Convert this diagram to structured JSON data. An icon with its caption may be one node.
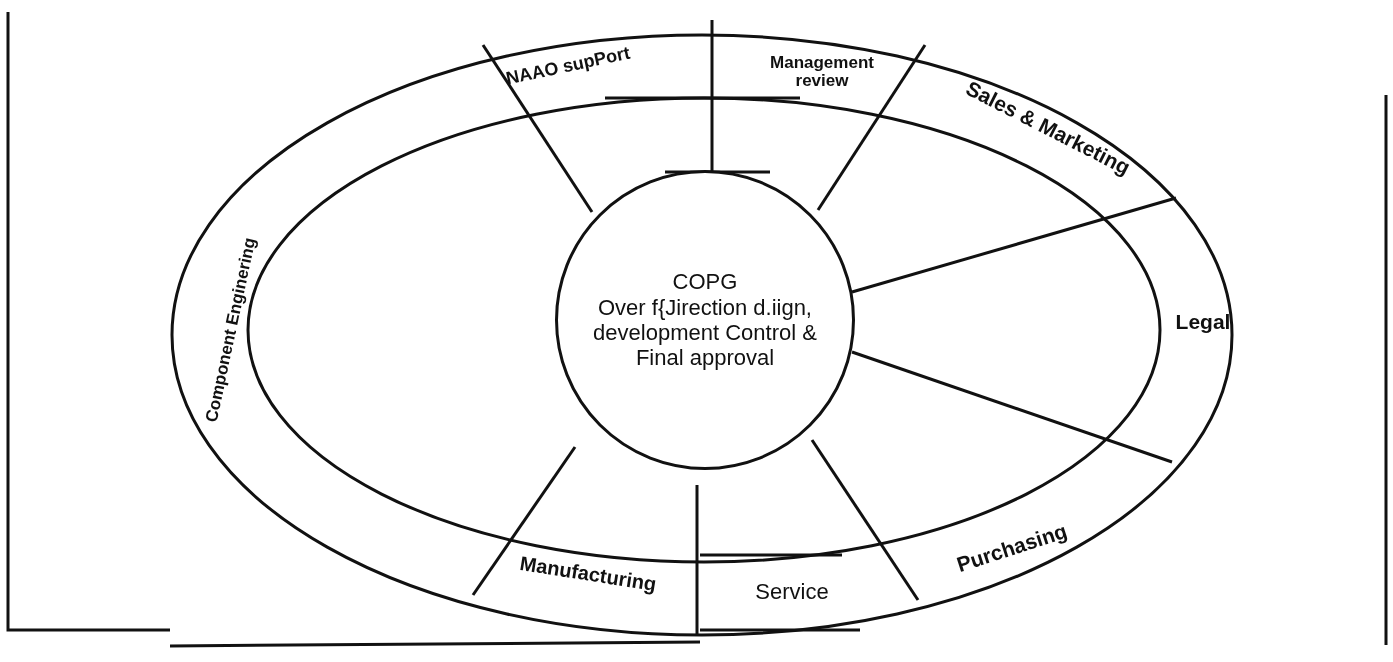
{
  "diagram": {
    "nodes": [
      {
        "text": [
          "NAAO supPort"
        ]
      },
      {
        "text": [
          "Management review"
        ]
      },
      {
        "text": [
          "Sales & Marketing"
        ]
      },
      {
        "text": [
          "Component Enginering"
        ]
      },
      {
        "text": [
          "COPG",
          "Over f{Jirection d.iign, development Control & Final approval"
        ]
      },
      {
        "text": [
          "Legal"
        ]
      },
      {
        "text": [
          "Manufacturing"
        ]
      },
      {
        "text": [
          "Service"
        ]
      },
      {
        "text": [
          "Purchasing"
        ]
      }
    ]
  }
}
